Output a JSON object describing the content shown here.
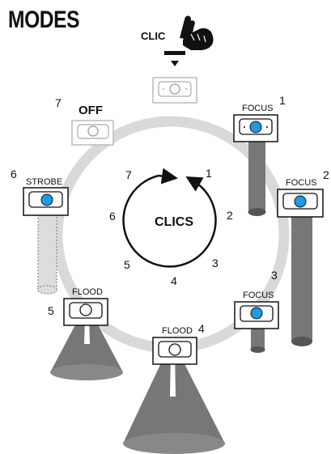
{
  "title": "MODES",
  "top": {
    "label": "CLIC"
  },
  "cycle": {
    "center_label": "CLICS",
    "numbers": [
      "1",
      "2",
      "3",
      "4",
      "5",
      "6",
      "7"
    ]
  },
  "modes": [
    {
      "number": "1",
      "label": "FOCUS",
      "lamp": "blue"
    },
    {
      "number": "2",
      "label": "FOCUS",
      "lamp": "blue"
    },
    {
      "number": "3",
      "label": "FOCUS",
      "lamp": "blue"
    },
    {
      "number": "4",
      "label": "FLOOD",
      "lamp": "white"
    },
    {
      "number": "5",
      "label": "FLOOD",
      "lamp": "white"
    },
    {
      "number": "6",
      "label": "STROBE",
      "lamp": "blue"
    },
    {
      "number": "7",
      "label": "OFF",
      "lamp": "off"
    }
  ],
  "colors": {
    "ring": "#d9d9d9",
    "beam": "#777777",
    "lamp_blue": "#1e9be3",
    "text": "#111111"
  }
}
